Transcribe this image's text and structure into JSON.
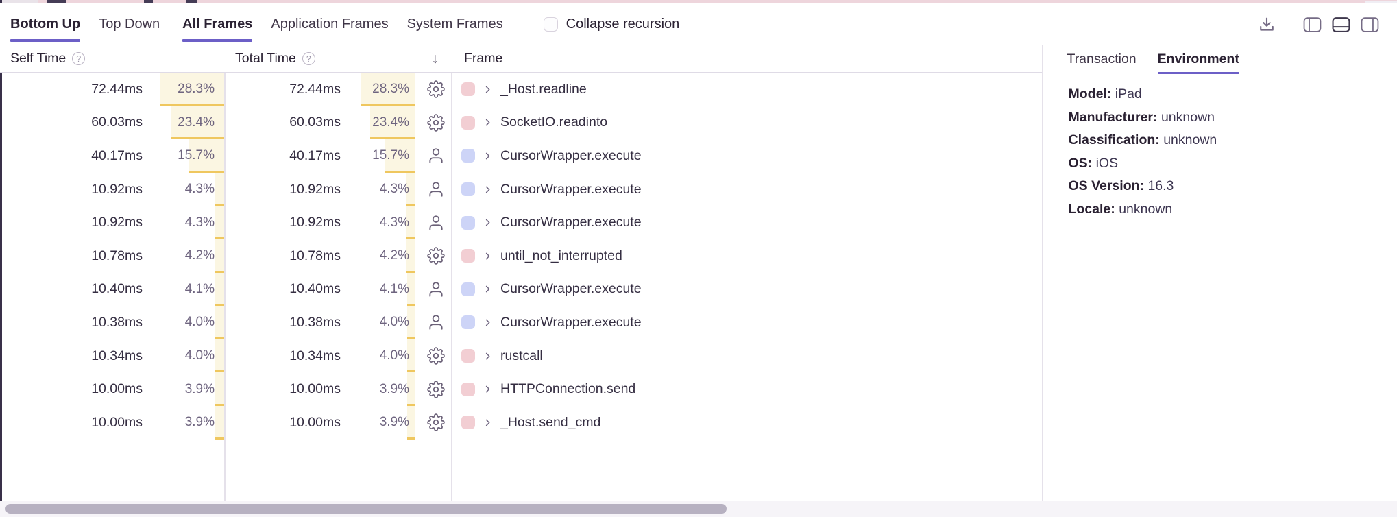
{
  "view_tabs": [
    {
      "label": "Bottom Up",
      "active": true
    },
    {
      "label": "Top Down",
      "active": false
    }
  ],
  "filter_tabs": [
    {
      "label": "All Frames",
      "active": true
    },
    {
      "label": "Application Frames",
      "active": false
    },
    {
      "label": "System Frames",
      "active": false
    }
  ],
  "collapse_recursion": {
    "label": "Collapse recursion",
    "checked": false
  },
  "toolbar": {
    "icons": [
      "download-icon",
      "dock-left-icon",
      "dock-bottom-icon",
      "dock-right-icon"
    ],
    "active_icon": "dock-bottom-icon"
  },
  "table": {
    "headers": {
      "self_time": "Self Time",
      "total_time": "Total Time",
      "frame": "Frame"
    },
    "sort": {
      "column": "total_time",
      "icon": "↓"
    },
    "rows": [
      {
        "self_time": "72.44ms",
        "self_pct": "28.3%",
        "total_time": "72.44ms",
        "total_pct": "28.3%",
        "icon": "gear",
        "frame_type": "system",
        "frame": "_Host.readline"
      },
      {
        "self_time": "60.03ms",
        "self_pct": "23.4%",
        "total_time": "60.03ms",
        "total_pct": "23.4%",
        "icon": "gear",
        "frame_type": "system",
        "frame": "SocketIO.readinto"
      },
      {
        "self_time": "40.17ms",
        "self_pct": "15.7%",
        "total_time": "40.17ms",
        "total_pct": "15.7%",
        "icon": "user",
        "frame_type": "application",
        "frame": "CursorWrapper.execute"
      },
      {
        "self_time": "10.92ms",
        "self_pct": "4.3%",
        "total_time": "10.92ms",
        "total_pct": "4.3%",
        "icon": "user",
        "frame_type": "application",
        "frame": "CursorWrapper.execute"
      },
      {
        "self_time": "10.92ms",
        "self_pct": "4.3%",
        "total_time": "10.92ms",
        "total_pct": "4.3%",
        "icon": "user",
        "frame_type": "application",
        "frame": "CursorWrapper.execute"
      },
      {
        "self_time": "10.78ms",
        "self_pct": "4.2%",
        "total_time": "10.78ms",
        "total_pct": "4.2%",
        "icon": "gear",
        "frame_type": "system",
        "frame": "until_not_interrupted"
      },
      {
        "self_time": "10.40ms",
        "self_pct": "4.1%",
        "total_time": "10.40ms",
        "total_pct": "4.1%",
        "icon": "user",
        "frame_type": "application",
        "frame": "CursorWrapper.execute"
      },
      {
        "self_time": "10.38ms",
        "self_pct": "4.0%",
        "total_time": "10.38ms",
        "total_pct": "4.0%",
        "icon": "user",
        "frame_type": "application",
        "frame": "CursorWrapper.execute"
      },
      {
        "self_time": "10.34ms",
        "self_pct": "4.0%",
        "total_time": "10.34ms",
        "total_pct": "4.0%",
        "icon": "gear",
        "frame_type": "system",
        "frame": "rustcall"
      },
      {
        "self_time": "10.00ms",
        "self_pct": "3.9%",
        "total_time": "10.00ms",
        "total_pct": "3.9%",
        "icon": "gear",
        "frame_type": "system",
        "frame": "HTTPConnection.send"
      },
      {
        "self_time": "10.00ms",
        "self_pct": "3.9%",
        "total_time": "10.00ms",
        "total_pct": "3.9%",
        "icon": "gear",
        "frame_type": "system",
        "frame": "_Host.send_cmd"
      }
    ]
  },
  "panel": {
    "tabs": [
      {
        "label": "Transaction",
        "active": false
      },
      {
        "label": "Environment",
        "active": true
      }
    ],
    "fields": [
      {
        "label": "Model:",
        "value": "iPad"
      },
      {
        "label": "Manufacturer:",
        "value": "unknown"
      },
      {
        "label": "Classification:",
        "value": "unknown"
      },
      {
        "label": "OS:",
        "value": "iOS"
      },
      {
        "label": "OS Version:",
        "value": "16.3"
      },
      {
        "label": "Locale:",
        "value": "unknown"
      }
    ]
  },
  "colors": {
    "accent": "#6C5FC7",
    "system_frame_chip": "#F2CED3",
    "application_frame_chip": "#CDD4F7",
    "percent_bar_bg": "#FBF6E2",
    "percent_bar_border": "#EFC75F"
  }
}
